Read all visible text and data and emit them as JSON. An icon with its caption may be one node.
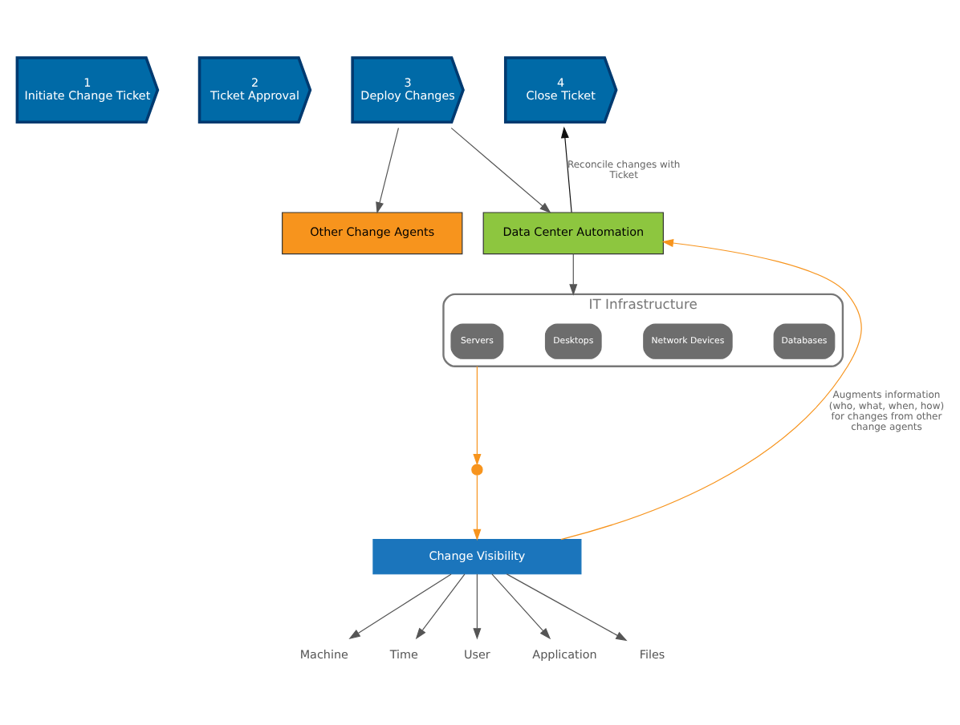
{
  "diagram": {
    "nodes": [
      {
        "text": [
          "1",
          "Initiate Change Ticket"
        ]
      },
      {
        "text": [
          "2",
          "Ticket Approval"
        ]
      },
      {
        "text": [
          "3",
          "Deploy Changes"
        ]
      },
      {
        "text": [
          "4",
          "Close Ticket"
        ]
      },
      {
        "text": [
          "Other Change Agents"
        ]
      },
      {
        "text": [
          "Data Center Automation"
        ]
      },
      {
        "text": [
          "IT Infrastructure"
        ]
      },
      {
        "text": [
          "Servers"
        ],
        "in": 6
      },
      {
        "text": [
          "Desktops"
        ],
        "in": 6
      },
      {
        "text": [
          "Network Devices"
        ],
        "in": 6
      },
      {
        "text": [
          "Databases"
        ],
        "in": 6
      },
      {
        "text": [],
        "shape": "circle"
      },
      {
        "text": [
          "Change Visibility"
        ]
      },
      {
        "text": [
          "Machine"
        ]
      },
      {
        "text": [
          "Time"
        ]
      },
      {
        "text": [
          "User"
        ]
      },
      {
        "text": [
          "Application"
        ]
      },
      {
        "text": [
          "Files"
        ]
      }
    ],
    "edges": [
      {
        "from": 2,
        "to": 4,
        "arrow": "to"
      },
      {
        "from": 2,
        "to": 5,
        "arrow": "to"
      },
      {
        "from": 5,
        "to": 3,
        "arrow": "to",
        "label": "Reconcile changes with Ticket",
        "color": "#111111"
      },
      {
        "from": 5,
        "to": 6,
        "arrow": "to"
      },
      {
        "from": 6,
        "to": 11,
        "arrow": "to",
        "color": "#f7941d"
      },
      {
        "from": 11,
        "to": 12,
        "arrow": "to",
        "color": "#f7941d"
      },
      {
        "from": 12,
        "to": 5,
        "arrow": "to",
        "label": "Augments information (who, what, when, how) for changes from other change agents",
        "color": "#f7941d"
      },
      {
        "from": 12,
        "to": 13,
        "arrow": "to"
      },
      {
        "from": 12,
        "to": 14,
        "arrow": "to"
      },
      {
        "from": 12,
        "to": 15,
        "arrow": "to"
      },
      {
        "from": 12,
        "to": 16,
        "arrow": "to"
      },
      {
        "from": 12,
        "to": 17,
        "arrow": "to"
      }
    ]
  }
}
